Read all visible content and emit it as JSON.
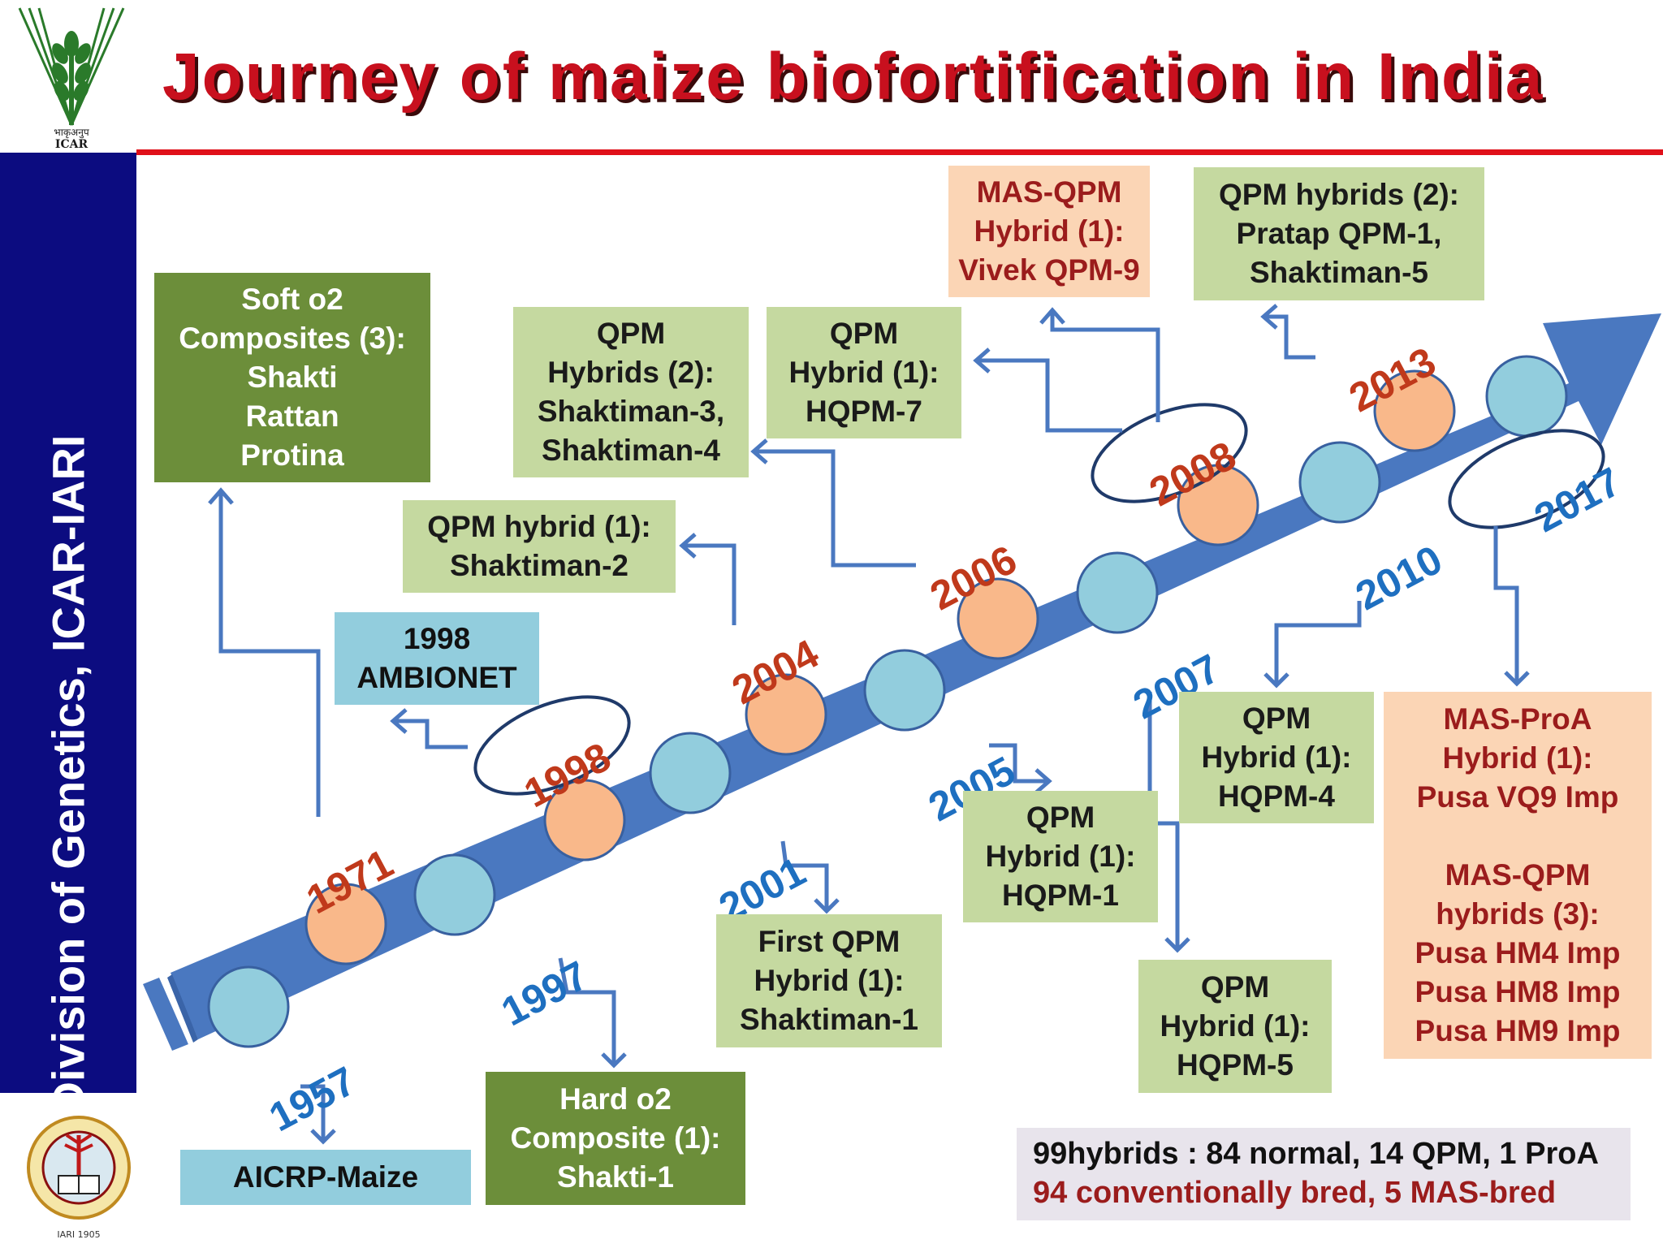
{
  "title": "Journey of maize biofortification in India",
  "sidebar": {
    "label": "Division of Genetics, ICAR-IARI"
  },
  "logos": {
    "top_caption_hindi": "भाकृअनुप",
    "top_caption": "ICAR",
    "bottom_caption": "IARI 1905"
  },
  "years": {
    "y1957": "1957",
    "y1971": "1971",
    "y1997": "1997",
    "y1998": "1998",
    "y2001": "2001",
    "y2004": "2004",
    "y2005": "2005",
    "y2006": "2006",
    "y2007": "2007",
    "y2008": "2008",
    "y2010": "2010",
    "y2013": "2013",
    "y2017": "2017"
  },
  "boxes": {
    "aicrp": {
      "l1": "AICRP-Maize"
    },
    "hard_o2": {
      "l1": "Hard o2",
      "l2": "Composite (1):",
      "l3": "Shakti-1"
    },
    "soft_o2": {
      "l1": "Soft o2",
      "l2": "Composites (3):",
      "l3": "Shakti",
      "l4": "Rattan",
      "l5": "Protina"
    },
    "ambionet": {
      "l1": "1998",
      "l2": "AMBIONET"
    },
    "first_qpm": {
      "l1": "First QPM",
      "l2": "Hybrid (1):",
      "l3": "Shaktiman-1"
    },
    "qpm_2004": {
      "l1": "QPM hybrid (1):",
      "l2": "Shaktiman-2"
    },
    "qpm_2006": {
      "l1": "QPM",
      "l2": "Hybrids (2):",
      "l3": "Shaktiman-3,",
      "l4": "Shaktiman-4"
    },
    "hqpm1": {
      "l1": "QPM",
      "l2": "Hybrid (1):",
      "l3": "HQPM-1"
    },
    "hqpm7": {
      "l1": "QPM",
      "l2": "Hybrid (1):",
      "l3": "HQPM-7"
    },
    "hqpm5": {
      "l1": "QPM",
      "l2": "Hybrid (1):",
      "l3": "HQPM-5"
    },
    "mas_qpm_2008": {
      "l1": "MAS-QPM",
      "l2": "Hybrid (1):",
      "l3": "Vivek QPM-9"
    },
    "hqpm4": {
      "l1": "QPM",
      "l2": "Hybrid (1):",
      "l3": "HQPM-4"
    },
    "qpm_2013": {
      "l1": "QPM hybrids (2):",
      "l2": "Pratap QPM-1,",
      "l3": "Shaktiman-5"
    },
    "mas_2017": {
      "l1": "MAS-ProA",
      "l2": "Hybrid (1):",
      "l3": "Pusa VQ9 Imp",
      "l4": "MAS-QPM",
      "l5": "hybrids (3):",
      "l6": "Pusa HM4 Imp",
      "l7": "Pusa HM8 Imp",
      "l8": "Pusa HM9 Imp"
    }
  },
  "stats": {
    "line1": "99hybrids : 84 normal, 14 QPM, 1 ProA",
    "line2": "94 conventionally bred, 5 MAS-bred"
  },
  "colors": {
    "title": "#c8101e",
    "sidebar": "#0c0c80",
    "arrow": "#4a78c0",
    "circle_blue": "#92cddd",
    "circle_peach": "#f9b88a",
    "year_red": "#c0391b",
    "year_blue": "#1e6fc0"
  }
}
